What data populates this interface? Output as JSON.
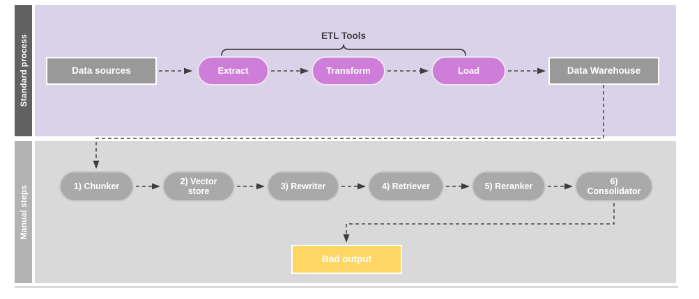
{
  "diagram": {
    "lanes": {
      "standard": {
        "label": "Standard process"
      },
      "manual": {
        "label": "Manual steps"
      }
    },
    "groups": [
      {
        "label": "ETL Tools",
        "members": [
          "Extract",
          "Transform",
          "Load"
        ]
      }
    ],
    "nodes": {
      "data_sources": "Data sources",
      "extract": "Extract",
      "transform": "Transform",
      "load": "Load",
      "data_warehouse": "Data Warehouse",
      "chunker": "1) Chunker",
      "vector_store": "2) Vector store",
      "rewriter": "3) Rewriter",
      "retriever": "4) Retriever",
      "reranker": "5) Reranker",
      "consolidator": "6) Consolidator",
      "bad_output": "Bad output"
    },
    "edges": [
      {
        "from": "Data sources",
        "to": "Extract",
        "style": "dashed-arrow"
      },
      {
        "from": "Extract",
        "to": "Transform",
        "style": "dashed-arrow"
      },
      {
        "from": "Transform",
        "to": "Load",
        "style": "dashed-arrow"
      },
      {
        "from": "Load",
        "to": "Data Warehouse",
        "style": "dashed-arrow"
      },
      {
        "from": "Data Warehouse",
        "to": "1) Chunker",
        "style": "dashed-arrow"
      },
      {
        "from": "1) Chunker",
        "to": "2) Vector store",
        "style": "dashed-arrow"
      },
      {
        "from": "2) Vector store",
        "to": "3) Rewriter",
        "style": "dashed-arrow"
      },
      {
        "from": "3) Rewriter",
        "to": "4) Retriever",
        "style": "dashed-arrow"
      },
      {
        "from": "4) Retriever",
        "to": "5) Reranker",
        "style": "dashed-arrow"
      },
      {
        "from": "5) Reranker",
        "to": "6) Consolidator",
        "style": "dashed-arrow"
      },
      {
        "from": "6) Consolidator",
        "to": "Bad output",
        "style": "dashed-arrow"
      }
    ],
    "colors": {
      "standard_lane_bg": "#d9d2e9",
      "standard_lane_label_bg": "#616161",
      "manual_lane_bg": "#d9d9d9",
      "manual_lane_label_bg": "#b3b3b3",
      "etl_pill": "#ce7ed8",
      "gray_box": "#999999",
      "manual_pill": "#a9a9a9",
      "bad_output_box": "#fdd663",
      "connector": "#5b5b5b",
      "node_text": "#ffffff",
      "group_label_text": "#3f3f3f"
    }
  }
}
